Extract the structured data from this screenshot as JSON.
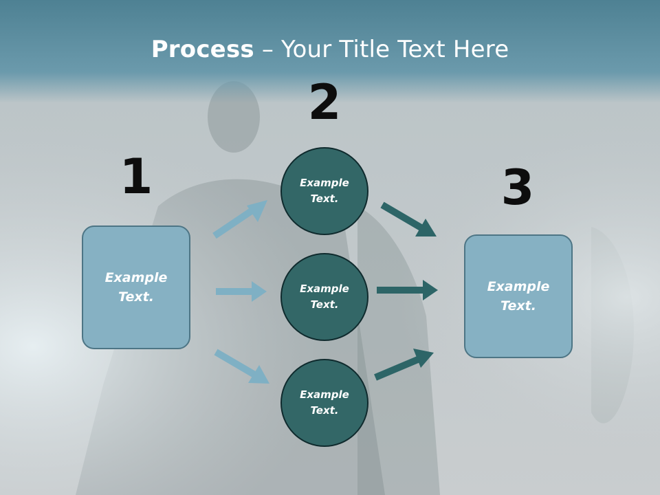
{
  "title": {
    "bold": "Process",
    "rest": " – Your Title Text Here"
  },
  "steps": {
    "one": "1",
    "two": "2",
    "three": "3"
  },
  "left_box": {
    "text": "Example\nText."
  },
  "right_box": {
    "text": "Example\nText."
  },
  "circles": [
    {
      "text": "Example\nText."
    },
    {
      "text": "Example\nText."
    },
    {
      "text": "Example\nText."
    }
  ],
  "colors": {
    "title_band": "#5a8c9e",
    "box_fill": "#86b1c3",
    "box_border": "#4d7585",
    "circle_fill": "#336767",
    "circle_border": "#0f2a2d",
    "arrow_light": "#7fb0c4",
    "arrow_dark": "#2d6567"
  }
}
